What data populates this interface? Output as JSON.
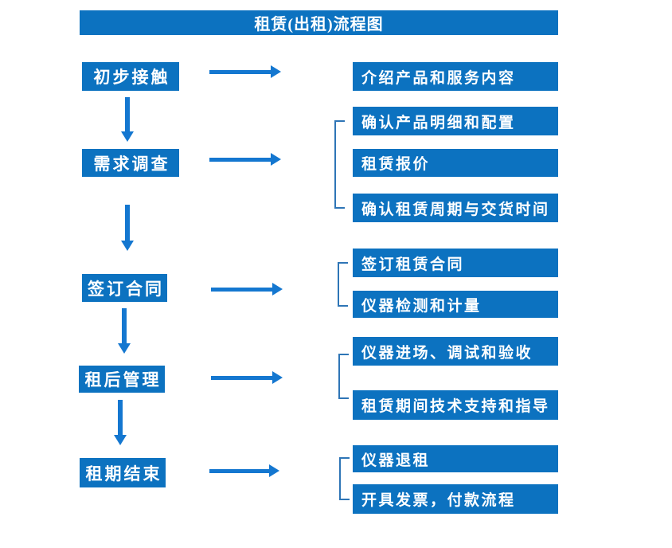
{
  "title": "租赁(出租)流程图",
  "steps": [
    {
      "label": "初步接触",
      "details": [
        "介绍产品和服务内容"
      ]
    },
    {
      "label": "需求调查",
      "details": [
        "确认产品明细和配置",
        "租赁报价",
        "确认租赁周期与交货时间"
      ]
    },
    {
      "label": "签订合同",
      "details": [
        "签订租赁合同",
        "仪器检测和计量"
      ]
    },
    {
      "label": "租后管理",
      "details": [
        "仪器进场、调试和验收",
        "租赁期间技术支持和指导"
      ]
    },
    {
      "label": "租期结束",
      "details": [
        "仪器退租",
        "开具发票，付款流程"
      ]
    }
  ],
  "colors": {
    "box_fill": "#0C72C0",
    "arrow": "#1477D0",
    "bracket": "#2E75B6",
    "text": "#FFFFFF",
    "background": "#FFFFFF"
  }
}
